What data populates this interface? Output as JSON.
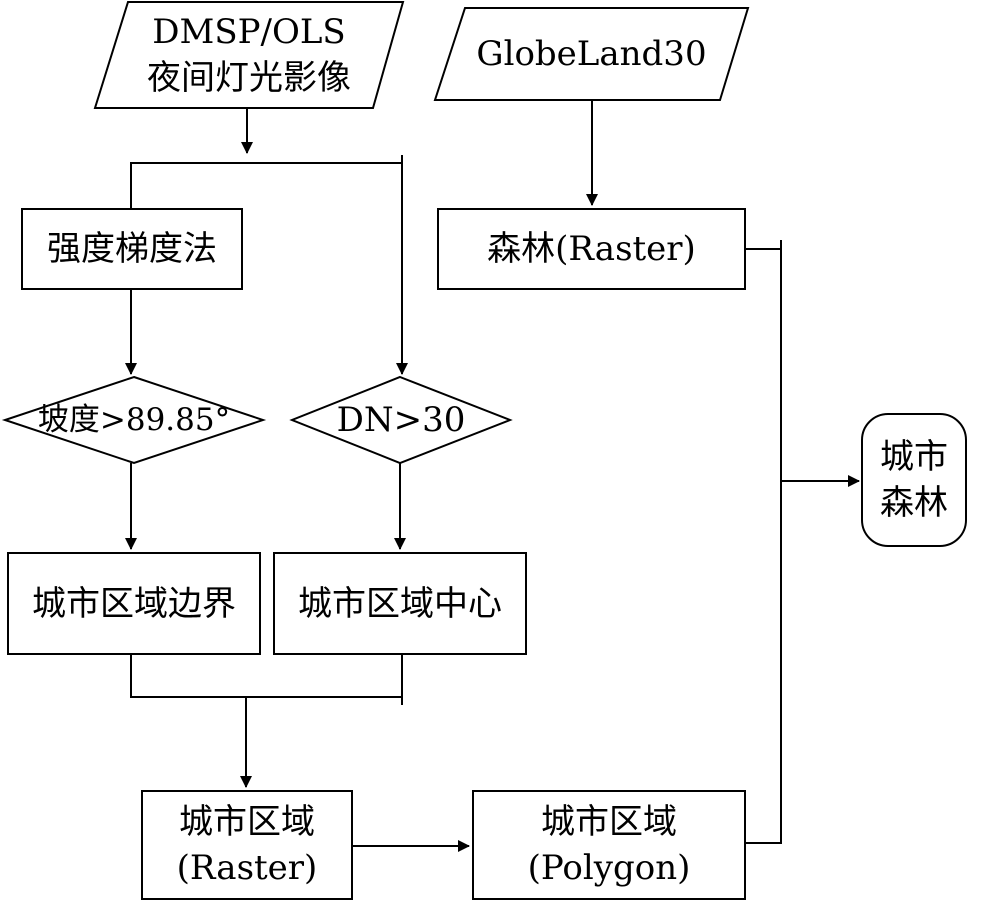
{
  "nodes": {
    "dmsp": {
      "line1": "DMSP/OLS",
      "line2": "夜间灯光影像"
    },
    "globeland": {
      "label": "GlobeLand30"
    },
    "intensity_gradient": {
      "label": "强度梯度法"
    },
    "forest_raster": {
      "label": "森林(Raster)"
    },
    "slope_condition": {
      "label": "坡度>89.85°"
    },
    "dn_condition": {
      "label": "DN>30"
    },
    "urban_boundary": {
      "label": "城市区域边界"
    },
    "urban_center": {
      "label": "城市区域中心"
    },
    "urban_forest": {
      "line1": "城市",
      "line2": "森林"
    },
    "urban_area_raster": {
      "line1": "城市区域",
      "line2": "(Raster)"
    },
    "urban_area_polygon": {
      "line1": "城市区域",
      "line2": "(Polygon)"
    }
  }
}
